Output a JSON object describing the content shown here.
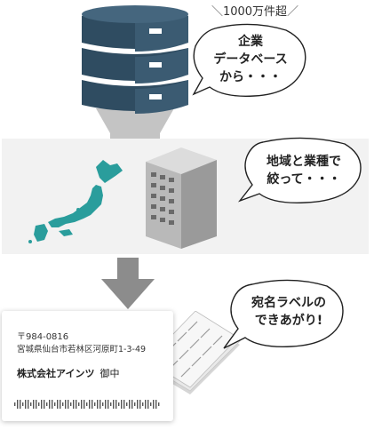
{
  "caption": {
    "text": "1000万件超",
    "slash_left": "＼",
    "slash_right": "／"
  },
  "bubbles": {
    "database": {
      "lines": [
        "企業",
        "データベース",
        "から・・・"
      ]
    },
    "filter": {
      "lines": [
        "地域と業種で",
        "絞って・・・"
      ]
    },
    "labels": {
      "lines": [
        "宛名ラベルの",
        "できあがり!"
      ]
    }
  },
  "label_card": {
    "postal": "〒984-0816",
    "address": "宮城県仙台市若林区河原町1-3-49",
    "company": "株式会社アインツ",
    "honorific": "御中"
  },
  "colors": {
    "db_dark": "#2c4a5f",
    "db_mid": "#3e6079",
    "funnel": "#bdbdbd",
    "map_teal": "#2a9d9c",
    "arrow": "#8c8c8c",
    "panel_bg": "#f2f2f2"
  },
  "icons": [
    "database-icon",
    "funnel-icon",
    "japan-map-icon",
    "office-building-icon",
    "down-arrow-icon",
    "label-sheet-stack-icon",
    "barcode-icon"
  ]
}
